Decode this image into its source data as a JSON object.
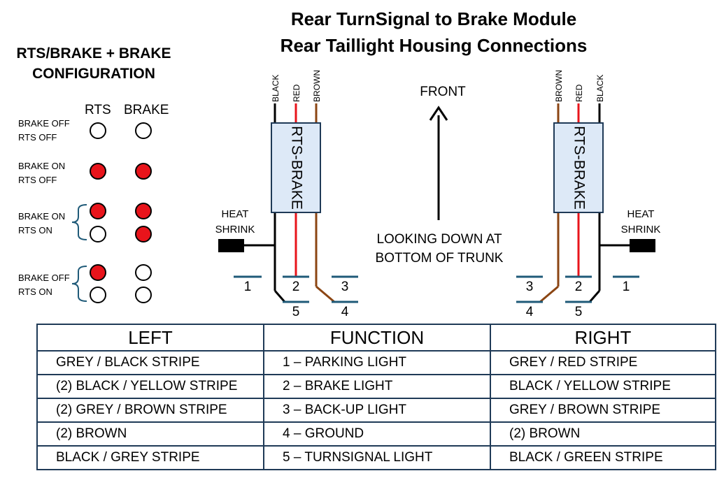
{
  "title": {
    "line1": "Rear TurnSignal to Brake Module",
    "line2": "Rear Taillight Housing Connections"
  },
  "config": {
    "title_line1": "RTS/BRAKE + BRAKE",
    "title_line2": "CONFIGURATION",
    "col_rts": "RTS",
    "col_brake": "BRAKE",
    "states": [
      {
        "line1": "BRAKE OFF",
        "line2": "RTS OFF",
        "lamps": [
          [
            "off",
            "off"
          ]
        ]
      },
      {
        "line1": "BRAKE ON",
        "line2": "RTS OFF",
        "lamps": [
          [
            "on",
            "on"
          ]
        ]
      },
      {
        "line1": "BRAKE ON",
        "line2": "RTS ON",
        "lamps": [
          [
            "on",
            "on"
          ],
          [
            "off",
            "on"
          ]
        ]
      },
      {
        "line1": "BRAKE OFF",
        "line2": "RTS ON",
        "lamps": [
          [
            "on",
            "off"
          ],
          [
            "off",
            "off"
          ]
        ]
      }
    ],
    "on_color": "#e8141b",
    "off_color": "#ffffff"
  },
  "diagram": {
    "front_label": "FRONT",
    "view_line1": "LOOKING DOWN AT",
    "view_line2": "BOTTOM OF TRUNK",
    "heat_shrink_line1": "HEAT",
    "heat_shrink_line2": "SHRINK",
    "module_label": "RTS-BRAKE",
    "module_color": "#dde9f7",
    "left_wires": [
      "BLACK",
      "RED",
      "BROWN"
    ],
    "right_wires": [
      "BROWN",
      "RED",
      "BLACK"
    ],
    "wire_colors": {
      "BLACK": "#000000",
      "RED": "#e8141b",
      "BROWN": "#8b4513"
    },
    "terminal_color": "#1f5a78",
    "left_terminals": [
      "1",
      "2",
      "3",
      "4",
      "5"
    ],
    "right_terminals": [
      "1",
      "2",
      "3",
      "4",
      "5"
    ]
  },
  "table": {
    "headers": [
      "LEFT",
      "FUNCTION",
      "RIGHT"
    ],
    "rows": [
      [
        "GREY / BLACK STRIPE",
        "1 – PARKING LIGHT",
        "GREY / RED STRIPE"
      ],
      [
        "(2) BLACK / YELLOW STRIPE",
        "2 – BRAKE LIGHT",
        "BLACK / YELLOW STRIPE"
      ],
      [
        "(2) GREY / BROWN STRIPE",
        "3 – BACK-UP LIGHT",
        "GREY / BROWN STRIPE"
      ],
      [
        "(2) BROWN",
        "4 – GROUND",
        "(2) BROWN"
      ],
      [
        "BLACK / GREY STRIPE",
        "5 – TURNSIGNAL LIGHT",
        "BLACK / GREEN STRIPE"
      ]
    ]
  }
}
